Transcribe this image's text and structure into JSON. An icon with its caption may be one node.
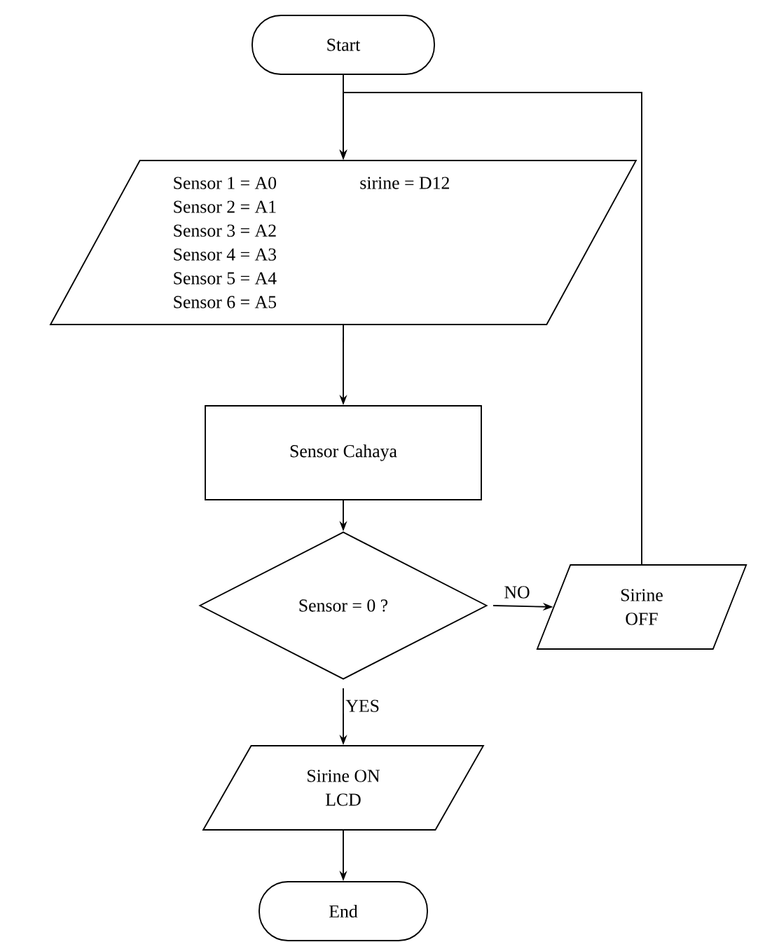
{
  "diagram": {
    "nodes": [
      {
        "text": [
          "Start"
        ]
      },
      {
        "text": [
          "Sensor 1 = A0 Sensor 2 = A1 Sensor 3 = A2 Sensor 4 = A3 Sensor 5 = A4 Sensor 6 = A5",
          "sirine = D12"
        ]
      },
      {
        "text": [
          "Sensor Cahaya"
        ]
      },
      {
        "text": [
          "Sensor = 0 ?"
        ]
      },
      {
        "text": [
          "Sirine OFF"
        ]
      },
      {
        "text": [
          "Sirine ON LCD"
        ]
      },
      {
        "text": [
          "End"
        ]
      }
    ],
    "edges": [
      {
        "from": 0,
        "to": 1,
        "arrow": "to"
      },
      {
        "from": 1,
        "to": 2,
        "arrow": "to"
      },
      {
        "from": 2,
        "to": 3,
        "arrow": "to"
      },
      {
        "from": 3,
        "to": 4,
        "arrow": "to",
        "label": "NO"
      },
      {
        "from": 3,
        "to": 5,
        "arrow": "to",
        "label": "YES"
      },
      {
        "from": 5,
        "to": 6,
        "arrow": "to"
      },
      {
        "from": 4,
        "to": 1,
        "arrow": "to"
      }
    ]
  }
}
